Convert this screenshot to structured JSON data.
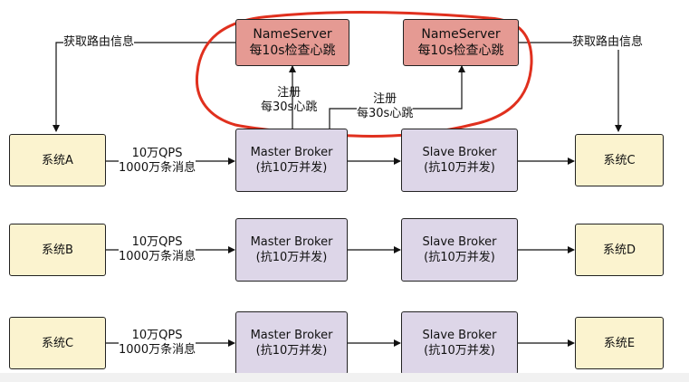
{
  "nameservers": [
    {
      "title": "NameServer",
      "subtitle": "每10s检查心跳"
    },
    {
      "title": "NameServer",
      "subtitle": "每10s检查心跳"
    }
  ],
  "route_labels": {
    "left": "获取路由信息",
    "right": "获取路由信息"
  },
  "register_labels": [
    {
      "line1": "注册",
      "line2": "每30s心跳"
    },
    {
      "line1": "注册",
      "line2": "每30s心跳"
    }
  ],
  "rows": [
    {
      "producer": "系统A",
      "traffic": {
        "qps": "10万QPS",
        "messages": "1000万条消息"
      },
      "master": {
        "title": "Master Broker",
        "sub": "(抗10万并发)"
      },
      "slave": {
        "title": "Slave Broker",
        "sub": "(抗10万并发)"
      },
      "consumer": "系统C"
    },
    {
      "producer": "系统B",
      "traffic": {
        "qps": "10万QPS",
        "messages": "1000万条消息"
      },
      "master": {
        "title": "Master Broker",
        "sub": "(抗10万并发)"
      },
      "slave": {
        "title": "Slave Broker",
        "sub": "(抗10万并发)"
      },
      "consumer": "系统D"
    },
    {
      "producer": "系统C",
      "traffic": {
        "qps": "10万QPS",
        "messages": "1000万条消息"
      },
      "master": {
        "title": "Master Broker",
        "sub": "(抗10万并发)"
      },
      "slave": {
        "title": "Slave Broker",
        "sub": "(抗10万并发)"
      },
      "consumer": "系统E"
    }
  ],
  "colors": {
    "system_fill": "#fbf3cf",
    "broker_fill": "#ddd6e8",
    "nameserver_fill": "#e59a93",
    "highlight_stroke": "#e0301e"
  }
}
